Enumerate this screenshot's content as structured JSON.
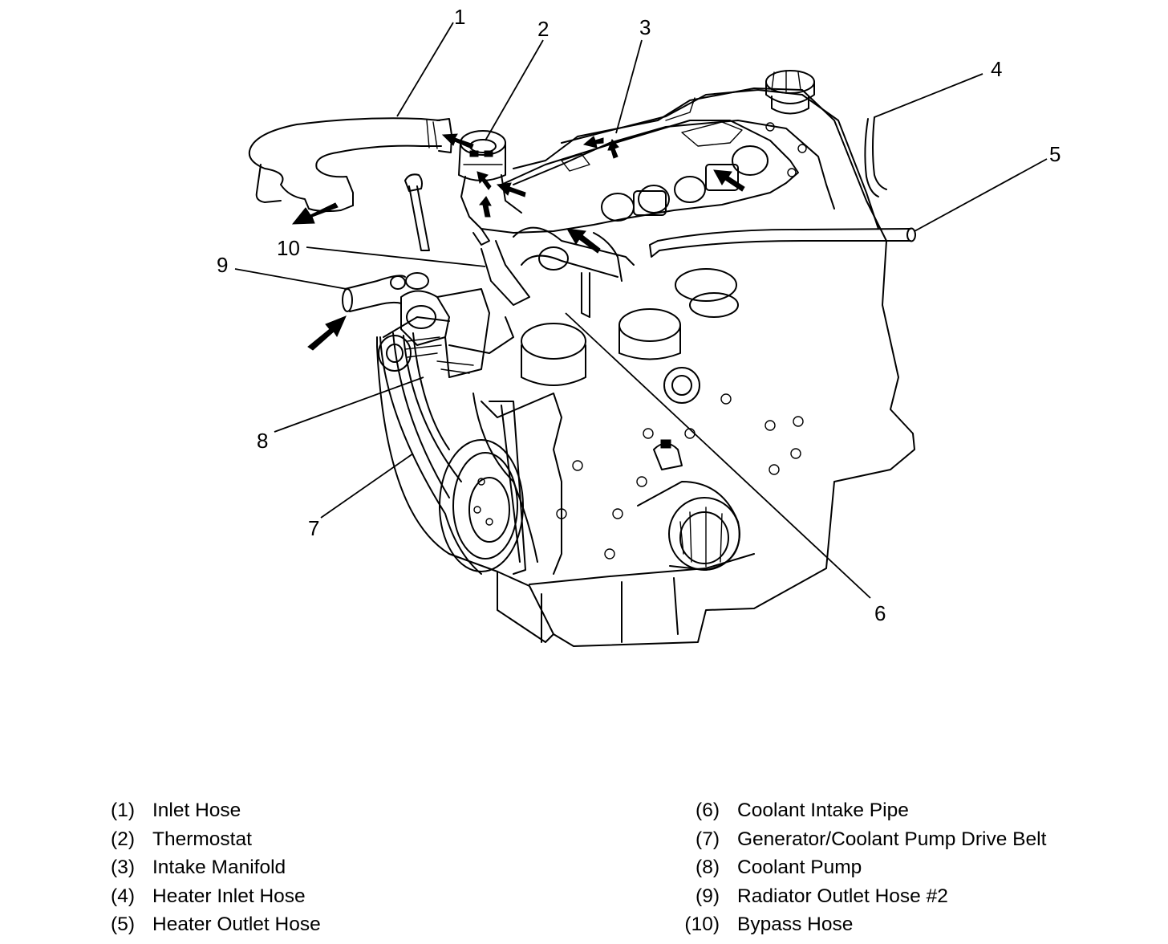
{
  "callouts": [
    "1",
    "2",
    "3",
    "4",
    "5",
    "6",
    "7",
    "8",
    "9",
    "10"
  ],
  "legend": {
    "left": [
      {
        "num": "(1)",
        "label": "Inlet Hose"
      },
      {
        "num": "(2)",
        "label": "Thermostat"
      },
      {
        "num": "(3)",
        "label": "Intake Manifold"
      },
      {
        "num": "(4)",
        "label": "Heater Inlet Hose"
      },
      {
        "num": "(5)",
        "label": "Heater Outlet Hose"
      }
    ],
    "right": [
      {
        "num": "(6)",
        "label": "Coolant Intake Pipe"
      },
      {
        "num": "(7)",
        "label": "Generator/Coolant Pump Drive Belt"
      },
      {
        "num": "(8)",
        "label": "Coolant Pump"
      },
      {
        "num": "(9)",
        "label": "Radiator Outlet Hose #2"
      },
      {
        "num": "(10)",
        "label": "Bypass Hose"
      }
    ]
  }
}
